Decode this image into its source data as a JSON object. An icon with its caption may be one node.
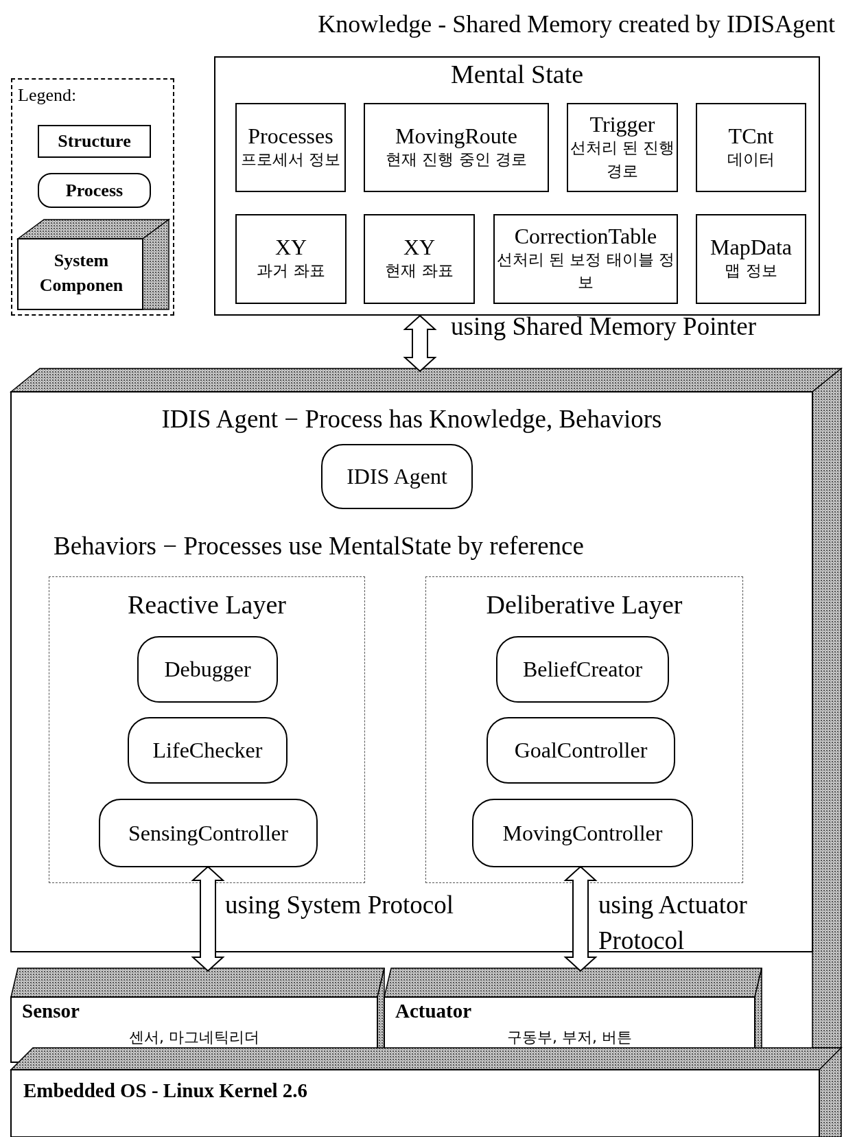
{
  "diagram": {
    "nodes": [
      {
        "text": [
          "Knowledge - Shared Memory created by IDISAgent",
          "Mental State"
        ]
      },
      {
        "text": [
          "Processes",
          "프로세서 정보"
        ],
        "in": 0
      },
      {
        "text": [
          "MovingRoute",
          "현재 진행 중인 경로"
        ],
        "in": 0
      },
      {
        "text": [
          "Trigger",
          "선처리 된 진행 경로"
        ],
        "in": 0
      },
      {
        "text": [
          "TCnt",
          "데이터"
        ],
        "in": 0
      },
      {
        "text": [
          "XY",
          "과거 좌표"
        ],
        "in": 0
      },
      {
        "text": [
          "XY",
          "현재 좌표"
        ],
        "in": 0
      },
      {
        "text": [
          "CorrectionTable",
          "선처리 된 보정 태이블 정보"
        ],
        "in": 0
      },
      {
        "text": [
          "MapData",
          "맵 정보"
        ],
        "in": 0
      },
      {
        "text": [
          "IDIS Agent − Process has Knowledge, Behaviors",
          "Behaviors − Processes use MentalState by reference"
        ]
      },
      {
        "text": [
          "IDIS Agent"
        ],
        "in": 9
      },
      {
        "text": [
          "Reactive Layer"
        ],
        "in": 9
      },
      {
        "text": [
          "Debugger"
        ],
        "in": 11
      },
      {
        "text": [
          "LifeChecker"
        ],
        "in": 11
      },
      {
        "text": [
          "SensingController"
        ],
        "in": 11
      },
      {
        "text": [
          "Deliberative Layer"
        ],
        "in": 9
      },
      {
        "text": [
          "BeliefCreator"
        ],
        "in": 15
      },
      {
        "text": [
          "GoalController"
        ],
        "in": 15
      },
      {
        "text": [
          "MovingController"
        ],
        "in": 15
      },
      {
        "text": [
          "Sensor",
          "센서, 마그네틱리더"
        ]
      },
      {
        "text": [
          "Actuator",
          "구동부, 부저, 버튼"
        ]
      },
      {
        "text": [
          "Embedded OS - Linux Kernel 2.6"
        ]
      }
    ],
    "edges": [
      {
        "from": 0,
        "to": 9,
        "arrow": "both",
        "label": "using Shared Memory Pointer"
      },
      {
        "from": 14,
        "to": 19,
        "arrow": "both",
        "label": "using System Protocol"
      },
      {
        "from": 18,
        "to": 20,
        "arrow": "both",
        "label": "using Actuator Protocol"
      }
    ],
    "labels": [
      "Legend:"
    ],
    "legend": [
      {
        "text": "Structure"
      },
      {
        "text": "Process"
      },
      {
        "text": "System Componen"
      }
    ]
  }
}
